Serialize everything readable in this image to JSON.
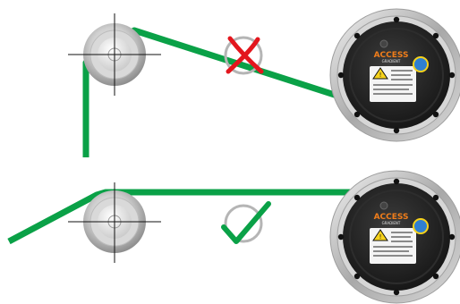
{
  "colors": {
    "belt": "#0aa147",
    "cross": "#e3161d",
    "check": "#0aa147",
    "circle_gray": "#b5b5b5",
    "device_body": "#222222",
    "device_ring": "#b8b8b8",
    "label_yellow": "#f6d21b",
    "brand_orange": "#f07d1a"
  },
  "icons": {
    "incorrect": "cross-icon",
    "correct": "checkmark-icon",
    "warning": "warning-triangle-icon",
    "badge": "round-badge-icon"
  },
  "devices": [
    {
      "brand_text": "ACCESS",
      "sub_text": "GRADIENT"
    },
    {
      "brand_text": "ACCESS",
      "sub_text": "GRADIENT"
    }
  ]
}
